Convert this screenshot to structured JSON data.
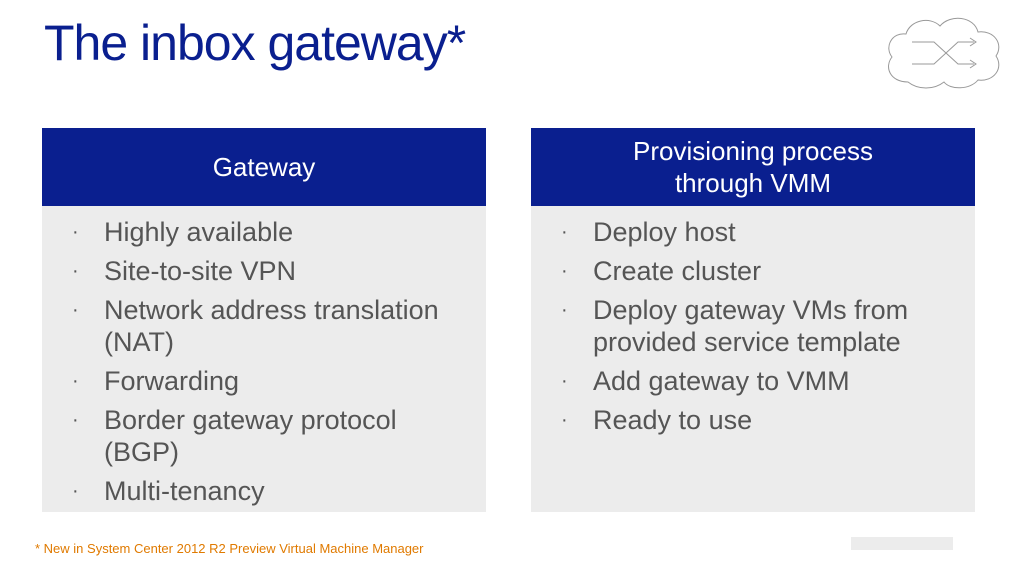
{
  "slide": {
    "title": "The inbox gateway*",
    "footnote": "* New in System Center 2012 R2 Preview Virtual Machine Manager"
  },
  "left_panel": {
    "header": "Gateway",
    "items": [
      "Highly available",
      "Site-to-site VPN",
      "Network address translation (NAT)",
      "Forwarding",
      "Border gateway protocol (BGP)",
      "Multi-tenancy"
    ]
  },
  "right_panel": {
    "header": "Provisioning process\nthrough VMM",
    "items": [
      "Deploy host",
      "Create cluster",
      "Deploy gateway VMs from provided service template",
      "Add gateway to VMM",
      "Ready to use"
    ]
  },
  "icons": {
    "cloud": "cloud-arrows-icon"
  },
  "colors": {
    "header_bg": "#0a1f8f",
    "title": "#0a1f8f",
    "panel_bg": "#ececec",
    "footnote": "#e07a00"
  }
}
